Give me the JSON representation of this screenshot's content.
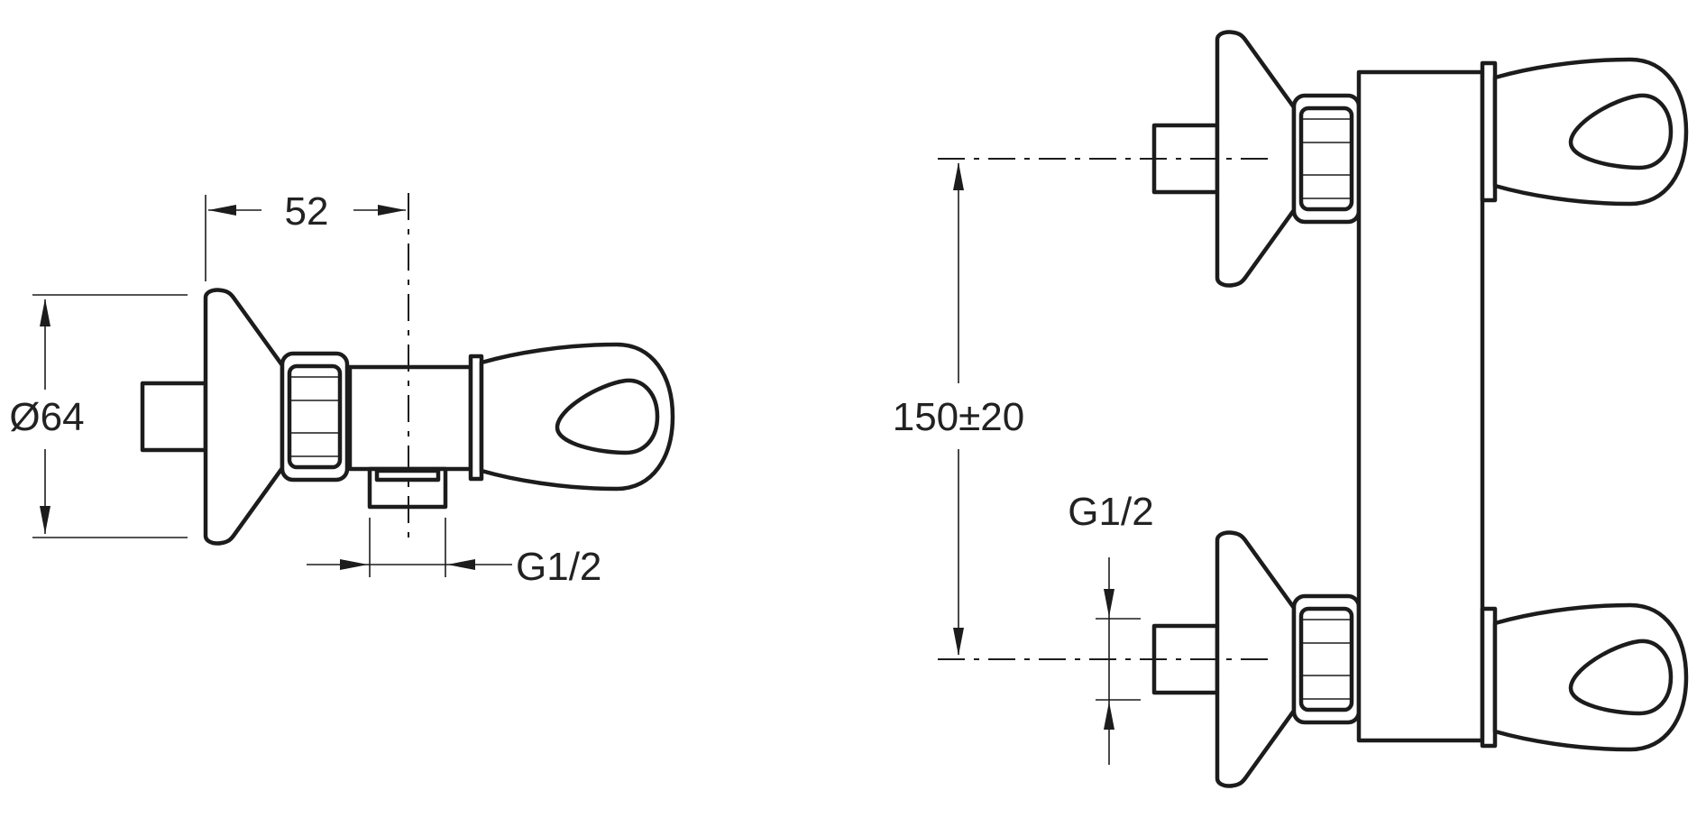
{
  "dimensions": {
    "depth": "52",
    "rosette_diameter": "Ø64",
    "side_outlet_thread": "G1/2",
    "centre_distance": "150±20",
    "inlet_thread": "G1/2"
  },
  "colors": {
    "line": "#1c1c1c",
    "text": "#222222",
    "background": "#ffffff"
  }
}
